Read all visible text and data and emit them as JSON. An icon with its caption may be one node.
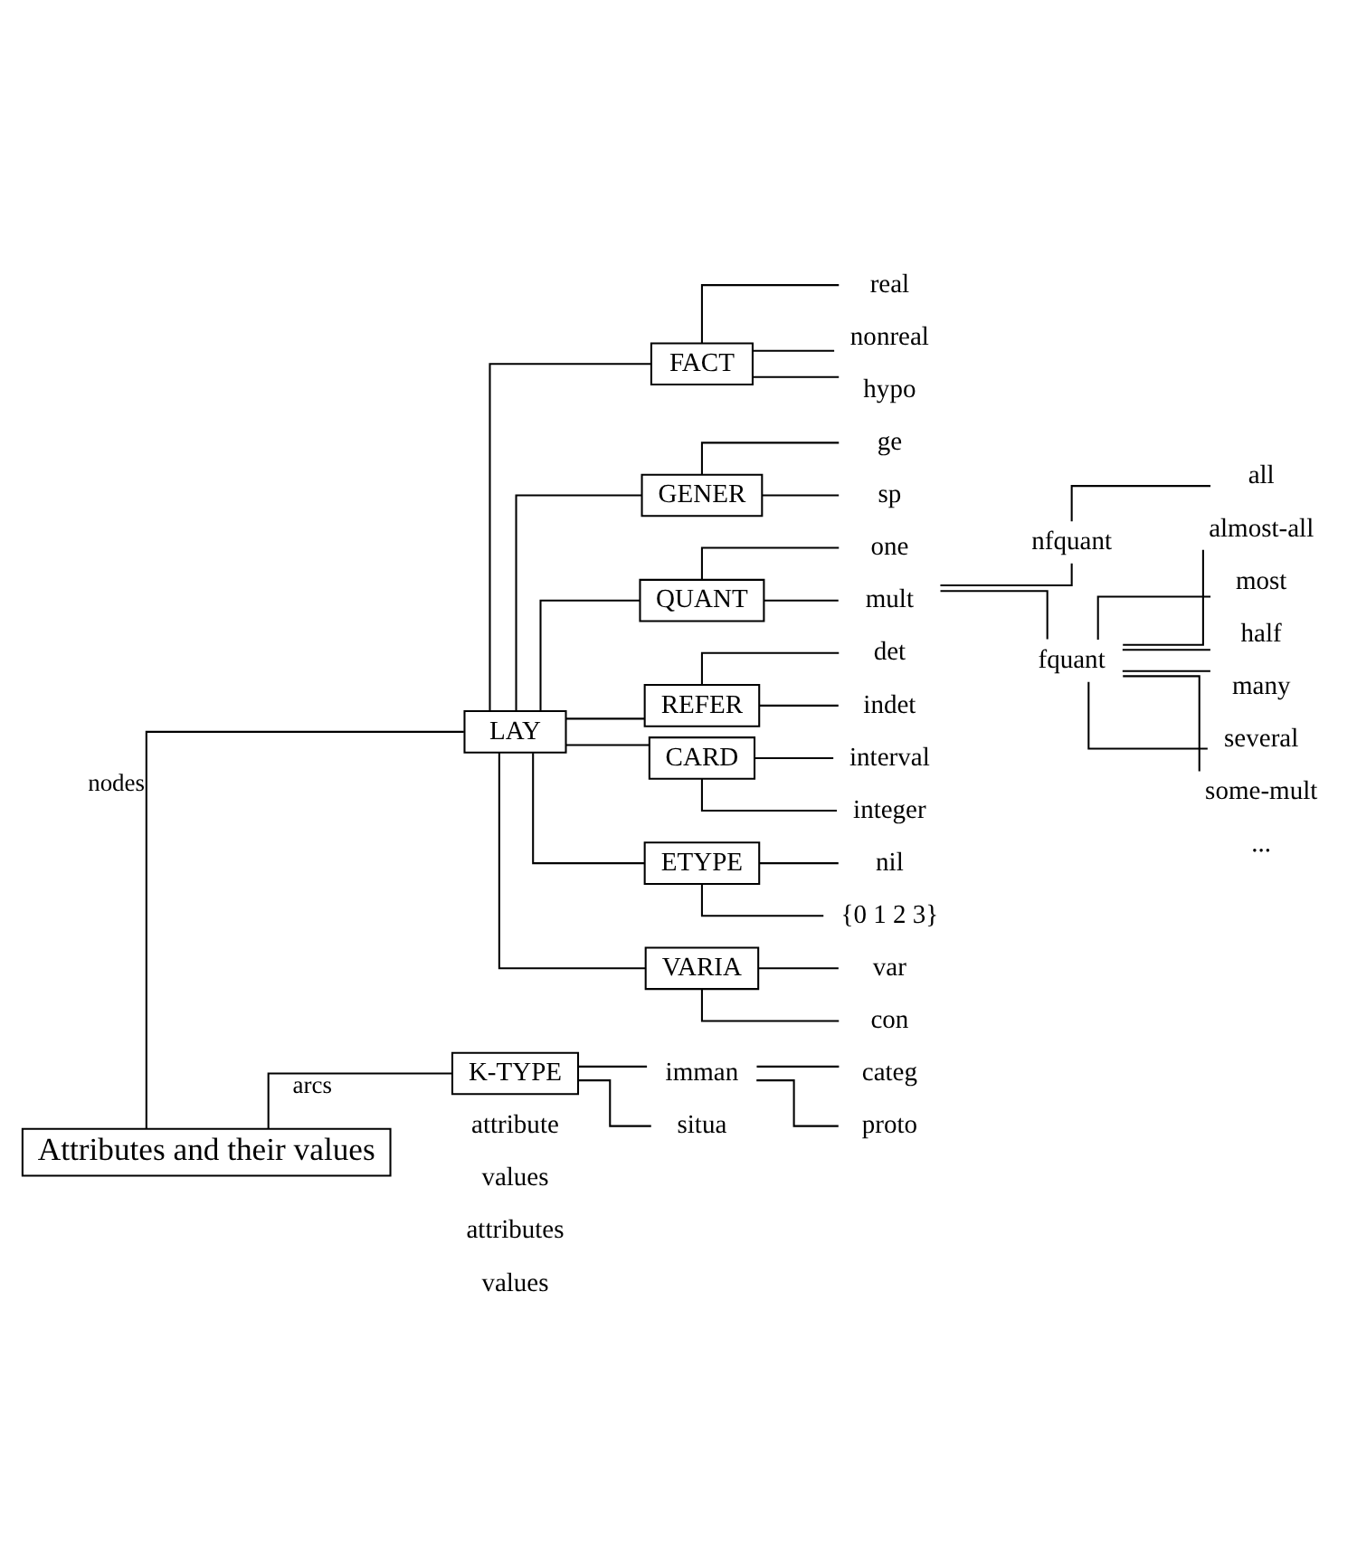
{
  "diagram": {
    "nodes": [
      {
        "text": [
          "Attributes and their values"
        ]
      },
      {
        "text": [
          "LAY"
        ]
      },
      {
        "text": [
          "K-TYPE"
        ]
      },
      {
        "text": [
          "imman"
        ]
      },
      {
        "text": [
          "categ"
        ]
      },
      {
        "text": [
          "proto"
        ]
      },
      {
        "text": [
          "situa"
        ]
      },
      {
        "text": [
          "FACT"
        ]
      },
      {
        "text": [
          "real"
        ]
      },
      {
        "text": [
          "nonreal"
        ]
      },
      {
        "text": [
          "hypo"
        ]
      },
      {
        "text": [
          "GENER"
        ]
      },
      {
        "text": [
          "ge"
        ]
      },
      {
        "text": [
          "sp"
        ]
      },
      {
        "text": [
          "QUANT"
        ]
      },
      {
        "text": [
          "one"
        ]
      },
      {
        "text": [
          "mult"
        ]
      },
      {
        "text": [
          "nfquant"
        ]
      },
      {
        "text": [
          "all"
        ]
      },
      {
        "text": [
          "fquant"
        ]
      },
      {
        "text": [
          "almost-all"
        ]
      },
      {
        "text": [
          "most"
        ]
      },
      {
        "text": [
          "half"
        ]
      },
      {
        "text": [
          "many"
        ]
      },
      {
        "text": [
          "several"
        ]
      },
      {
        "text": [
          "some-mult"
        ]
      },
      {
        "text": [
          "REFER"
        ]
      },
      {
        "text": [
          "det"
        ]
      },
      {
        "text": [
          "indet"
        ]
      },
      {
        "text": [
          "CARD"
        ]
      },
      {
        "text": [
          "interval"
        ]
      },
      {
        "text": [
          "integer"
        ]
      },
      {
        "text": [
          "ETYPE"
        ]
      },
      {
        "text": [
          "nil"
        ]
      },
      {
        "text": [
          "{0 1 2 3}"
        ]
      },
      {
        "text": [
          "VARIA"
        ]
      },
      {
        "text": [
          "var"
        ]
      },
      {
        "text": [
          "con"
        ]
      }
    ],
    "edges": [
      {
        "from": 0,
        "to": 1,
        "arrow": "none",
        "label": "nodes"
      },
      {
        "from": 0,
        "to": 2,
        "arrow": "none",
        "label": "arcs"
      },
      {
        "from": 2,
        "to": 3,
        "arrow": "none"
      },
      {
        "from": 2,
        "to": 6,
        "arrow": "none"
      },
      {
        "from": 3,
        "to": 4,
        "arrow": "none"
      },
      {
        "from": 3,
        "to": 5,
        "arrow": "none"
      },
      {
        "from": 1,
        "to": 7,
        "arrow": "none"
      },
      {
        "from": 1,
        "to": 11,
        "arrow": "none"
      },
      {
        "from": 1,
        "to": 14,
        "arrow": "none"
      },
      {
        "from": 1,
        "to": 26,
        "arrow": "none"
      },
      {
        "from": 1,
        "to": 29,
        "arrow": "none"
      },
      {
        "from": 1,
        "to": 32,
        "arrow": "none"
      },
      {
        "from": 1,
        "to": 35,
        "arrow": "none"
      },
      {
        "from": 7,
        "to": 8,
        "arrow": "none"
      },
      {
        "from": 7,
        "to": 9,
        "arrow": "none"
      },
      {
        "from": 7,
        "to": 10,
        "arrow": "none"
      },
      {
        "from": 11,
        "to": 12,
        "arrow": "none"
      },
      {
        "from": 11,
        "to": 13,
        "arrow": "none"
      },
      {
        "from": 14,
        "to": 15,
        "arrow": "none"
      },
      {
        "from": 14,
        "to": 16,
        "arrow": "none"
      },
      {
        "from": 16,
        "to": 17,
        "arrow": "none"
      },
      {
        "from": 16,
        "to": 19,
        "arrow": "none"
      },
      {
        "from": 17,
        "to": 18,
        "arrow": "none"
      },
      {
        "from": 19,
        "to": 20,
        "arrow": "none"
      },
      {
        "from": 19,
        "to": 21,
        "arrow": "none"
      },
      {
        "from": 19,
        "to": 22,
        "arrow": "none"
      },
      {
        "from": 19,
        "to": 23,
        "arrow": "none"
      },
      {
        "from": 19,
        "to": 24,
        "arrow": "none"
      },
      {
        "from": 19,
        "to": 25,
        "arrow": "none"
      },
      {
        "from": 26,
        "to": 27,
        "arrow": "none"
      },
      {
        "from": 26,
        "to": 28,
        "arrow": "none"
      },
      {
        "from": 29,
        "to": 30,
        "arrow": "none"
      },
      {
        "from": 29,
        "to": 31,
        "arrow": "none"
      },
      {
        "from": 32,
        "to": 33,
        "arrow": "none"
      },
      {
        "from": 32,
        "to": 34,
        "arrow": "none"
      },
      {
        "from": 35,
        "to": 36,
        "arrow": "none"
      },
      {
        "from": 35,
        "to": 37,
        "arrow": "none"
      }
    ],
    "labels": [
      "...",
      "attribute",
      "values",
      "attributes",
      "values"
    ]
  }
}
